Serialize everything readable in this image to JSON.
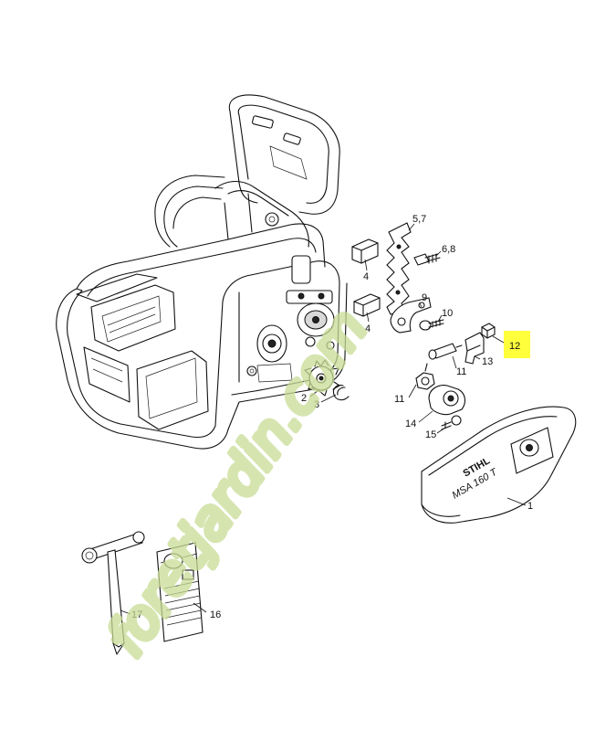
{
  "callouts": {
    "c1": "1",
    "c2": "2",
    "c3": "3",
    "c4a": "4",
    "c4b": "4",
    "c57": "5,7",
    "c68": "6,8",
    "c9": "9",
    "c10": "10",
    "c11a": "11",
    "c11b": "11",
    "c12": "12",
    "c13": "13",
    "c14": "14",
    "c15": "15",
    "c16": "16",
    "c17": "17"
  },
  "cover": {
    "brand": "STIHL",
    "model": "MSA 160 T"
  },
  "watermark": {
    "text": "foretjardin.com",
    "color": "#c9dd96"
  },
  "highlight_color": "#ffff3c"
}
